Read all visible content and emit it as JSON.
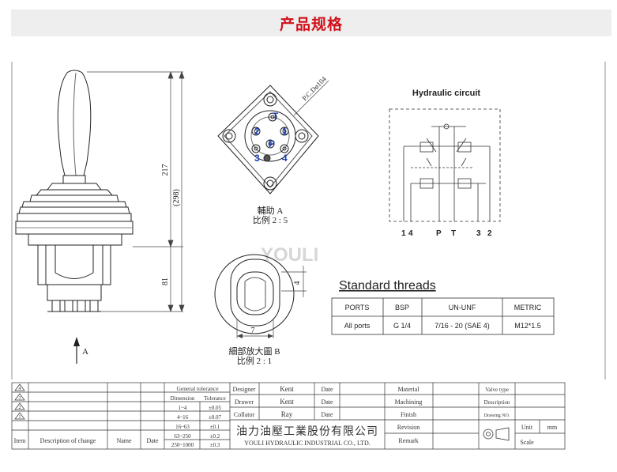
{
  "header": {
    "title": "产品规格"
  },
  "dims": {
    "handle_height": "217",
    "total_height": "(298)",
    "lower_height": "81",
    "pcd": "P.C.Dø104",
    "width": "7",
    "depth": "4",
    "direction": "A"
  },
  "ports": [
    "1",
    "2",
    "3",
    "4",
    "T",
    "P"
  ],
  "view_a": {
    "title": "輔助 A",
    "scale": "比例 2 : 5"
  },
  "view_b": {
    "title": "細部放大圖 B",
    "scale": "比例 2 : 1"
  },
  "watermark": "YOULI",
  "circuit": {
    "title": "Hydraulic circuit",
    "labels": [
      "1",
      "4",
      "P",
      "T",
      "3",
      "2"
    ]
  },
  "threads": {
    "title": "Standard threads",
    "headers": [
      "PORTS",
      "BSP",
      "UN-UNF",
      "METRIC"
    ],
    "row": [
      "All ports",
      "G 1/4",
      "7/16 - 20 (SAE 4)",
      "M12*1.5"
    ]
  },
  "title_block": {
    "revisions": [
      "4",
      "3",
      "2",
      "1"
    ],
    "item_label": "Item",
    "desc_label": "Description of change",
    "name_label": "Name",
    "date_label": "Date",
    "general_tolerance": "General tolerance",
    "dimension_label": "Dimension",
    "tolerance_label": "Tolerance",
    "tolerances": [
      [
        "1~4",
        "±0.05"
      ],
      [
        "4~16",
        "±0.07"
      ],
      [
        "16~63",
        "±0.1"
      ],
      [
        "63~250",
        "±0.2"
      ],
      [
        "250~1000",
        "±0.3"
      ]
    ],
    "designer_label": "Designer",
    "designer": "Kent",
    "drawer_label": "Drawer",
    "drawer": "Kent",
    "collator_label": "Collator",
    "collator": "Ray",
    "date_col": "Date",
    "company_cn": "油力油壓工業股份有限公司",
    "company_en": "YOULI HYDRAULIC INDUSTRIAL CO., LTD.",
    "material": "Material",
    "machining": "Machining",
    "finish": "Finish",
    "revision": "Revision",
    "remark": "Remark",
    "valve_type": "Valve type",
    "description": "Description",
    "drawing_no": "Drawing NO.",
    "unit_label": "Unit",
    "unit": "mm",
    "scale_label": "Scale"
  }
}
